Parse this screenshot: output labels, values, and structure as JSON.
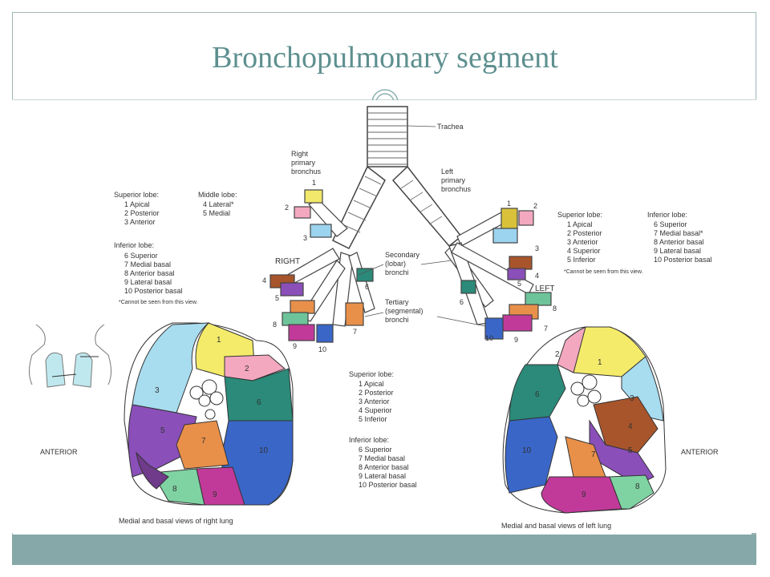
{
  "slide": {
    "title": "Bronchopulmonary segment"
  },
  "diagram": {
    "trachea": "Trachea",
    "right_primary": [
      "Right",
      "primary",
      "bronchus"
    ],
    "left_primary": [
      "Left",
      "primary",
      "bronchus"
    ],
    "secondary": [
      "Secondary",
      "(lobar)",
      "bronchi"
    ],
    "tertiary": [
      "Tertiary",
      "(segmental)",
      "bronchi"
    ],
    "right": "RIGHT",
    "left": "LEFT",
    "anterior": "ANTERIOR",
    "right_caption": "Medial and basal views of right lung",
    "left_caption": "Medial and basal views of left lung",
    "right_legend": {
      "superior_title": "Superior lobe:",
      "superior": [
        "1  Apical",
        "2  Posterior",
        "3  Anterior"
      ],
      "middle_title": "Middle lobe:",
      "middle": [
        "4  Lateral*",
        "5  Medial"
      ],
      "inferior_title": "Inferior lobe:",
      "inferior": [
        "6  Superior",
        "7  Medial basal",
        "8  Anterior basal",
        "9  Lateral basal",
        "10  Posterior basal"
      ],
      "note": "*Cannot be seen from this view."
    },
    "left_legend": {
      "superior_title": "Superior lobe:",
      "superior": [
        "1  Apical",
        "2  Posterior",
        "3  Anterior",
        "4  Superior",
        "5  Inferior"
      ],
      "inferior_title": "Inferior lobe:",
      "inferior": [
        "6  Superior",
        "7  Medial basal*",
        "8  Anterior basal",
        "9  Lateral basal",
        "10  Posterior basal"
      ],
      "note": "*Cannot be seen from this view."
    },
    "center_legend": {
      "superior_title": "Superior lobe:",
      "superior": [
        "1  Apical",
        "2  Posterior",
        "3  Anterior",
        "4  Superior",
        "5  Inferior"
      ],
      "inferior_title": "Inferior lobe:",
      "inferior": [
        "6  Superior",
        "7  Medial basal",
        "8  Anterior basal",
        "9  Lateral basal",
        "10  Posterior basal"
      ]
    },
    "numbers": [
      "1",
      "2",
      "3",
      "4",
      "5",
      "6",
      "7",
      "8",
      "9",
      "10"
    ]
  }
}
